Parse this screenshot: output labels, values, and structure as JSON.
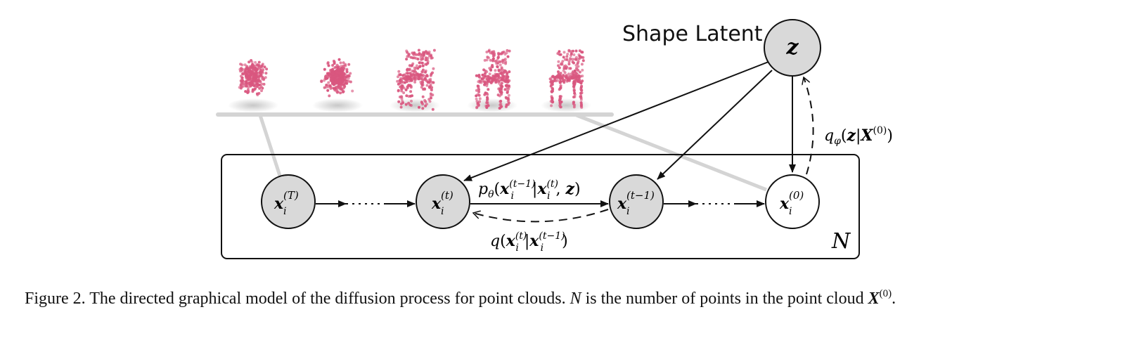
{
  "shape_latent": {
    "label": "Shape Latent",
    "node": "z"
  },
  "nodes": [
    {
      "id": "xT",
      "var": "x",
      "sub": "i",
      "sup": "(T)",
      "observed": false
    },
    {
      "id": "xt",
      "var": "x",
      "sub": "i",
      "sup": "(t)",
      "observed": false
    },
    {
      "id": "xt1",
      "var": "x",
      "sub": "i",
      "sup": "(t−1)",
      "observed": false
    },
    {
      "id": "x0",
      "var": "x",
      "sub": "i",
      "sup": "(0)",
      "observed": true
    }
  ],
  "plate": {
    "label": "N"
  },
  "edges": {
    "reverse": {
      "prefix": "p",
      "sub": "θ",
      "text": "(x(t−1) | x(t), z)"
    },
    "forward": {
      "prefix": "q",
      "text": "(x(t) | x(t−1))"
    },
    "encoder": {
      "prefix": "q",
      "sub": "φ",
      "text": "(z | X(0))"
    }
  },
  "chairs": {
    "count": 5,
    "description_stages": [
      "noise",
      "noise",
      "partial",
      "partial",
      "chair"
    ]
  },
  "colors": {
    "node_fill_latent": "#d9d9d9",
    "node_fill_observed": "#ffffff",
    "point_cloud": "#d9577f",
    "ground": "#d4d4d4"
  },
  "caption": {
    "prefix": "Figure 2. The directed graphical model of the diffusion process for point clouds.",
    "var_N": "N",
    "middle": "is the number of points in the point cloud",
    "var_X": "X",
    "var_X_sup": "(0)",
    "end": "."
  }
}
